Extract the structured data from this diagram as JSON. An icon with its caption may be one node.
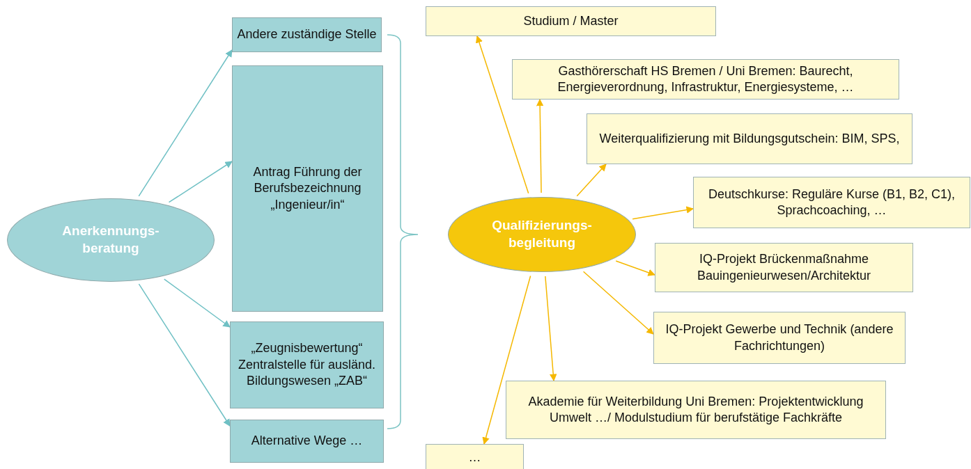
{
  "diagram": {
    "nodes": [
      {
        "text": [
          "Anerkennungs-beratung"
        ]
      },
      {
        "text": [
          "Andere zuständige Stelle"
        ]
      },
      {
        "text": [
          "Antrag Führung der Berufsbezeichnung „Ingenieur/in“"
        ]
      },
      {
        "text": [
          "„Zeugnisbewertung“ Zentralstelle für ausländ. Bildungswesen „ZAB“"
        ]
      },
      {
        "text": [
          "Alternative Wege …"
        ]
      },
      {
        "text": [
          "Qualifizierungs-begleitung"
        ]
      },
      {
        "text": [
          "Studium / Master"
        ]
      },
      {
        "text": [
          "Gasthörerschaft HS Bremen / Uni Bremen: Baurecht, Energieverordnung, Infrastruktur, Energiesysteme, …"
        ]
      },
      {
        "text": [
          "Weiterqualifizierung mit Bildungsgutschein: BIM, SPS,"
        ]
      },
      {
        "text": [
          "Deutschkurse: Reguläre Kurse (B1, B2, C1), Sprachcoaching, …"
        ]
      },
      {
        "text": [
          "IQ-Projekt Brückenmaßnahme Bauingenieurwesen/Architektur"
        ]
      },
      {
        "text": [
          "IQ-Projekt Gewerbe und Technik (andere Fachrichtungen)"
        ]
      },
      {
        "text": [
          "Akademie für Weiterbildung Uni Bremen: Projektentwicklung Umwelt …/ Modulstudium für berufstätige Fachkräfte"
        ]
      },
      {
        "text": [
          "…"
        ]
      }
    ],
    "edges": [
      {
        "from": 0,
        "to": 1,
        "arrow": "to",
        "color": "#6fc0c4"
      },
      {
        "from": 0,
        "to": 2,
        "arrow": "to",
        "color": "#6fc0c4"
      },
      {
        "from": 0,
        "to": 3,
        "arrow": "to",
        "color": "#6fc0c4"
      },
      {
        "from": 0,
        "to": 4,
        "arrow": "to",
        "color": "#6fc0c4"
      },
      {
        "from": 5,
        "to": 6,
        "arrow": "to"
      },
      {
        "from": 5,
        "to": 7,
        "arrow": "to"
      },
      {
        "from": 5,
        "to": 8,
        "arrow": "to"
      },
      {
        "from": 5,
        "to": 9,
        "arrow": "to"
      },
      {
        "from": 5,
        "to": 10,
        "arrow": "to"
      },
      {
        "from": 5,
        "to": 11,
        "arrow": "to"
      },
      {
        "from": 5,
        "to": 12,
        "arrow": "to"
      },
      {
        "from": 5,
        "to": 13,
        "arrow": "to"
      }
    ]
  }
}
